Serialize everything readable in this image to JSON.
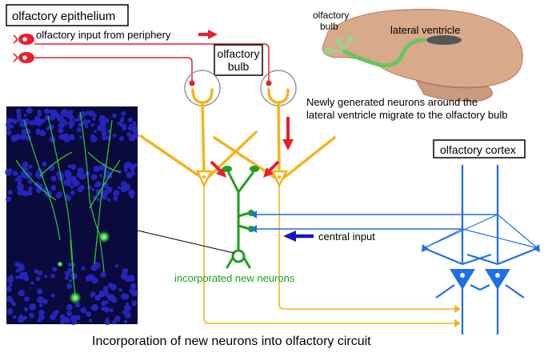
{
  "labels": {
    "olfactory_epithelium": "olfactory epithelium",
    "olfactory_input": "olfactory input from periphery",
    "olfactory_bulb_line1": "olfactory",
    "olfactory_bulb_line2": "bulb",
    "brain_bulb_line1": "olfactory",
    "brain_bulb_line2": "bulb",
    "lateral_ventricle": "lateral ventricle",
    "migration_note_line1": "Newly generated neurons around the",
    "migration_note_line2": "lateral ventricle migrate to the olfactory bulb",
    "olfactory_cortex": "olfactory cortex",
    "central_input": "central input",
    "incorporated_new_neurons": "incorporated new neurons",
    "caption": "Incorporation of new neurons into olfactory circuit"
  },
  "colors": {
    "input_red": "#e8202a",
    "arrow_red": "#e8202a",
    "mitral_yellow": "#f5b41e",
    "new_neuron_green": "#1e9e1e",
    "cortex_blue": "#1e6fe6",
    "central_input_arrow": "#1414c8",
    "brain_fill": "#d9a98c",
    "migration_green": "#5cc85c",
    "ventricle_gray": "#555555",
    "micrograph_blue": "#1a1aa0",
    "micrograph_green": "#2ed82e"
  }
}
